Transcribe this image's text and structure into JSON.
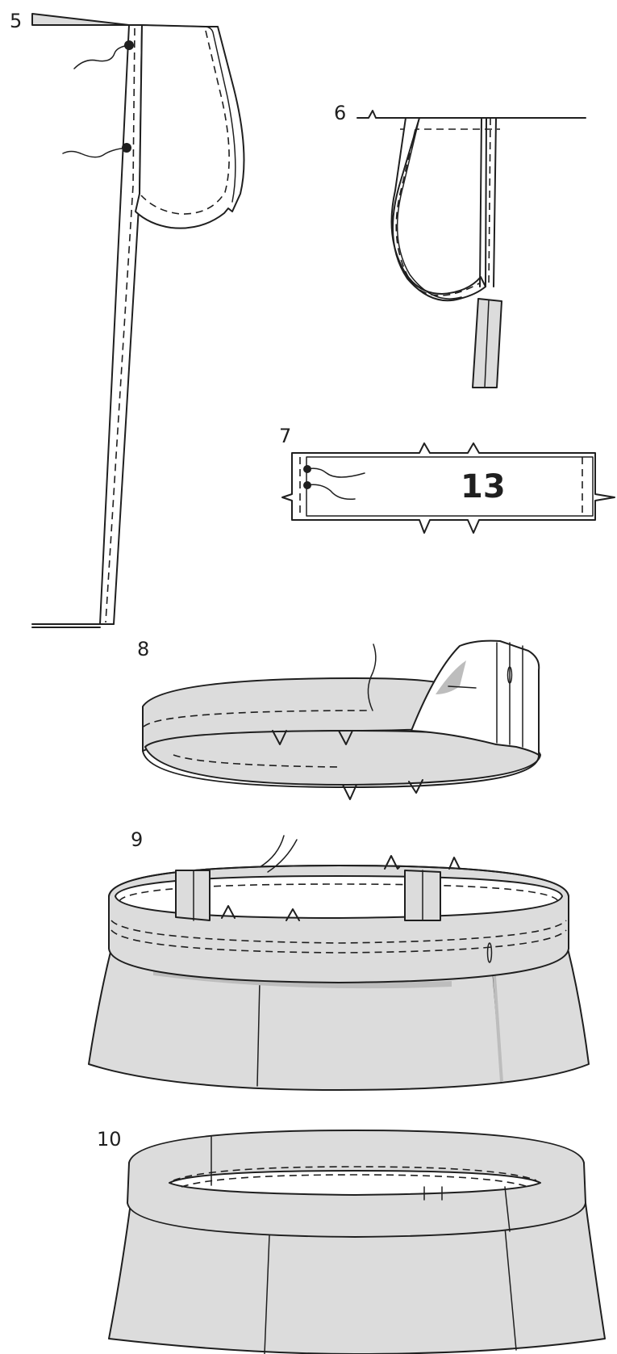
{
  "steps": [
    {
      "number": "5"
    },
    {
      "number": "6"
    },
    {
      "number": "7",
      "piece_number": "13"
    },
    {
      "number": "8"
    },
    {
      "number": "9"
    },
    {
      "number": "10"
    }
  ],
  "colors": {
    "line": "#1f1f1f",
    "fabric": "#dcdcdc",
    "shadow": "#bdbdbd",
    "background": "#ffffff"
  }
}
